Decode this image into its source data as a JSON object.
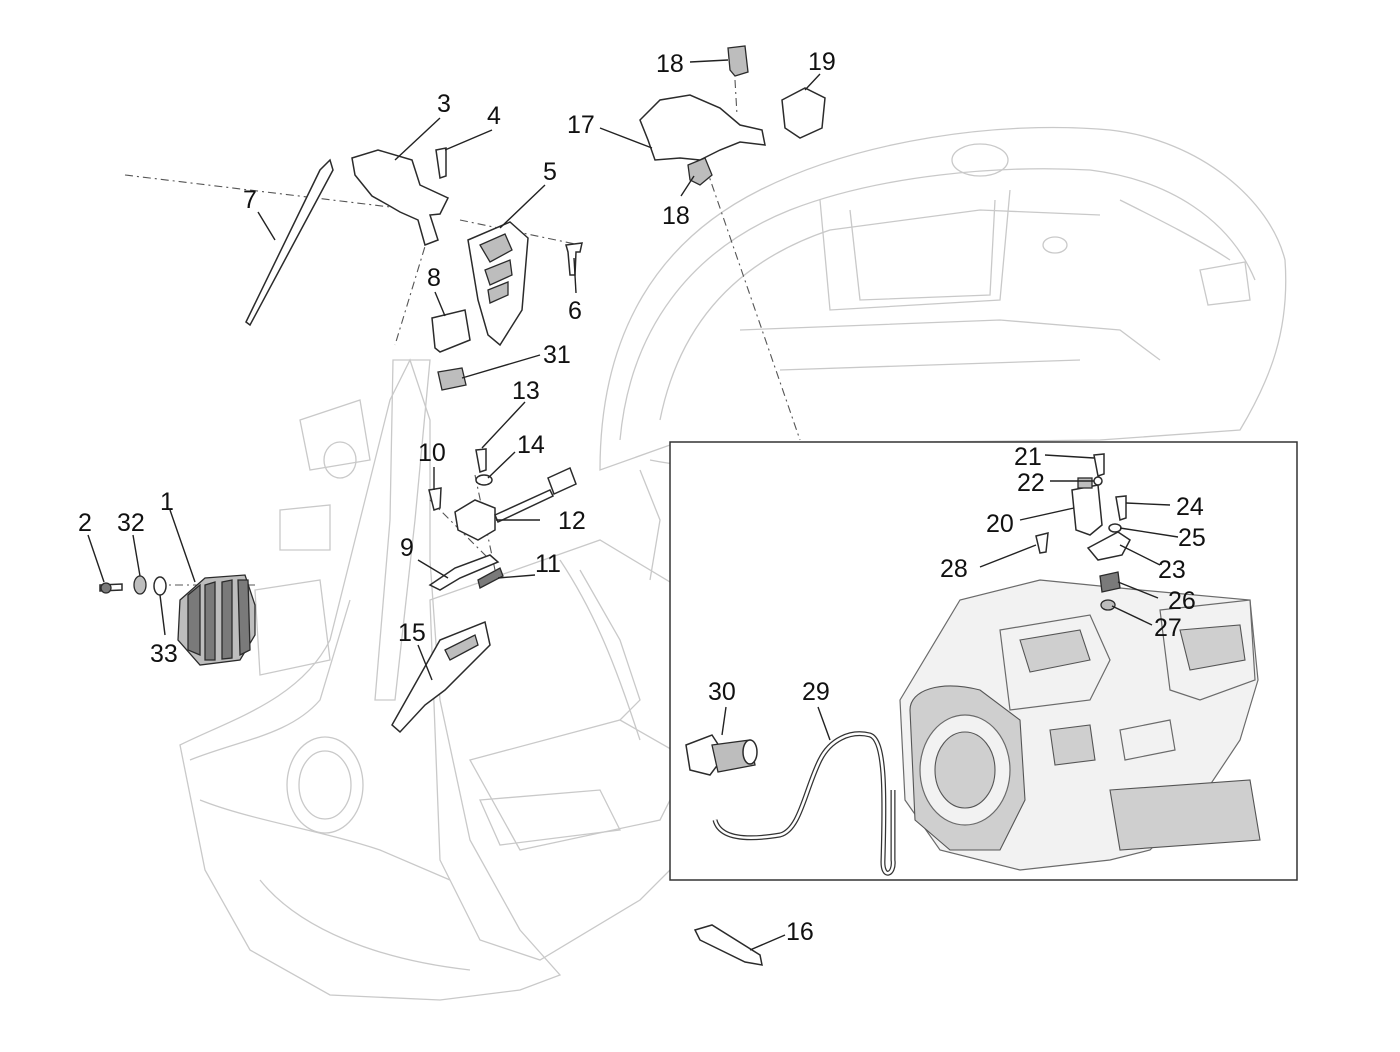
{
  "callouts": {
    "c1": "1",
    "c2": "2",
    "c3": "3",
    "c4": "4",
    "c5": "5",
    "c6": "6",
    "c7": "7",
    "c8": "8",
    "c9": "9",
    "c10": "10",
    "c11": "11",
    "c12": "12",
    "c13": "13",
    "c14": "14",
    "c15": "15",
    "c16": "16",
    "c17": "17",
    "c18a": "18",
    "c18b": "18",
    "c19": "19",
    "c20": "20",
    "c21": "21",
    "c22": "22",
    "c23": "23",
    "c24": "24",
    "c25": "25",
    "c26": "26",
    "c27": "27",
    "c28": "28",
    "c29": "29",
    "c30": "30",
    "c31": "31",
    "c32": "32",
    "c33": "33"
  },
  "colors": {
    "background": "#ffffff",
    "line": "#2b2b2b",
    "ghost_body": "#c9c9c9",
    "label": "#111111"
  }
}
